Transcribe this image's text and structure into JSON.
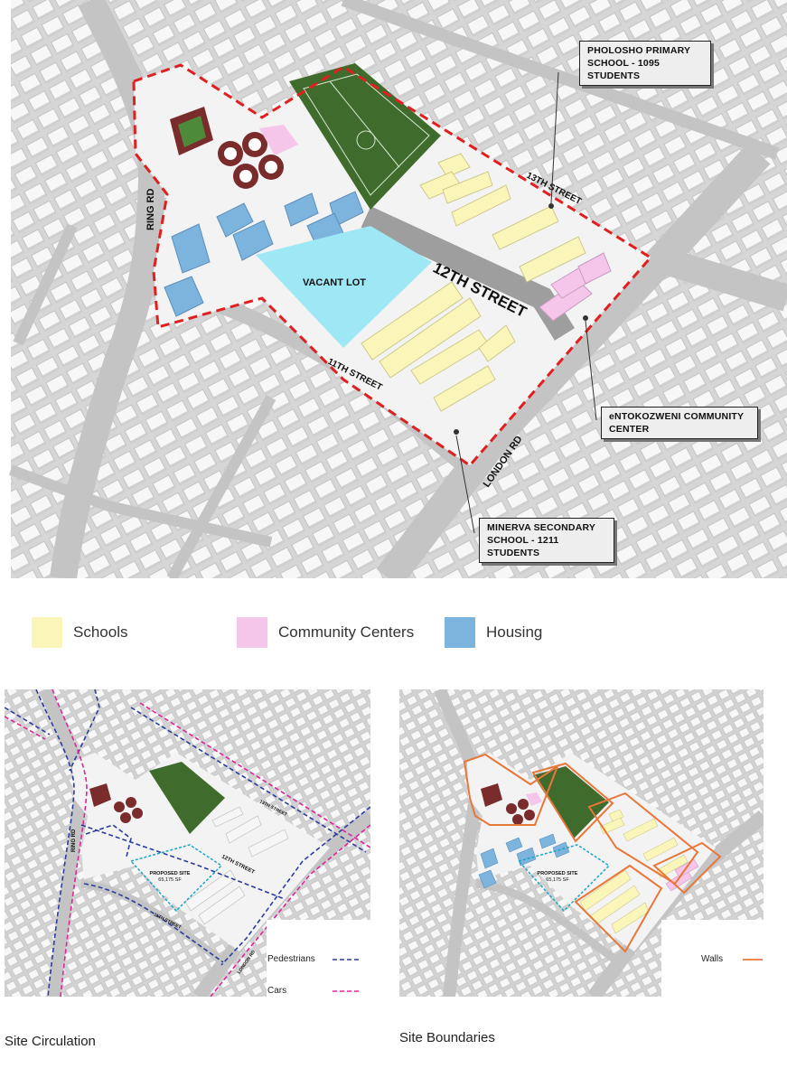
{
  "main_map": {
    "vacant_lot_label": "VACANT LOT",
    "street_labels": {
      "ring_rd": "RING RD",
      "twelfth": "12TH STREET",
      "thirteenth": "13TH STREET",
      "eleventh": "11TH STREET",
      "london_rd": "LONDON RD"
    },
    "callouts": {
      "pholosho": [
        "PHOLOSHO PRIMARY",
        "SCHOOL - 1095 STUDENTS"
      ],
      "entokozweni": [
        "eNTOKOZWENI COMMUNITY",
        "CENTER"
      ],
      "minerva": [
        "MINERVA SECONDARY",
        "SCHOOL - 1211 STUDENTS"
      ]
    }
  },
  "legend": {
    "items": [
      {
        "label": "Schools",
        "color": "#faf6b9"
      },
      {
        "label": "Community Centers",
        "color": "#f5c6ea"
      },
      {
        "label": "Housing",
        "color": "#7cb4de"
      }
    ]
  },
  "circulation_map": {
    "caption": "Site Circulation",
    "proposed_site": [
      "PROPOSED SITE",
      "65,175 SF"
    ],
    "street_labels": {
      "ring_rd": "RING RD",
      "twelfth": "12TH STREET",
      "thirteenth": "13TH STREET",
      "eleventh": "11TH STREET",
      "london_rd": "LONDON RD"
    },
    "legend": [
      {
        "label": "Pedestrians",
        "color": "#2a3d9e"
      },
      {
        "label": "Cars",
        "color": "#e0249a"
      }
    ]
  },
  "boundaries_map": {
    "caption": "Site Boundaries",
    "proposed_site": [
      "PROPOSED SITE",
      "65,175 SF"
    ],
    "legend": [
      {
        "label": "Walls",
        "color": "#e8773a"
      }
    ]
  },
  "colors": {
    "boundary_dash": "#e02020",
    "field": "#3f6b2c",
    "vacant_lot": "#9ee8f5",
    "road": "#bdbdbd",
    "building": "#f4f4f4"
  }
}
